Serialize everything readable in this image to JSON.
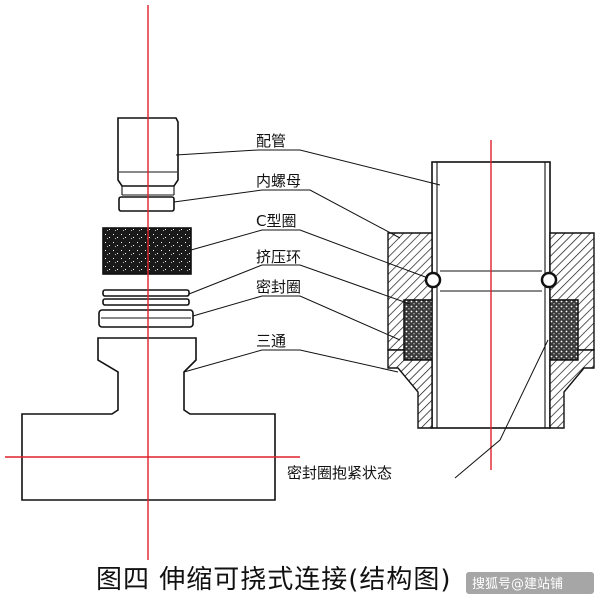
{
  "labels": {
    "pipe": "配管",
    "inner_nut": "内螺母",
    "c_ring": "C型圈",
    "press_ring": "挤压环",
    "seal_ring": "密封圈",
    "tee": "三通",
    "sealed_state": "密封圈抱紧状态"
  },
  "caption": "图四 伸缩可挠式连接(结构图)",
  "watermark": "搜狐号@建站铺",
  "colors": {
    "centerline": "#e0202a",
    "line": "#111111",
    "fill_dark": "#1a1a1a"
  }
}
